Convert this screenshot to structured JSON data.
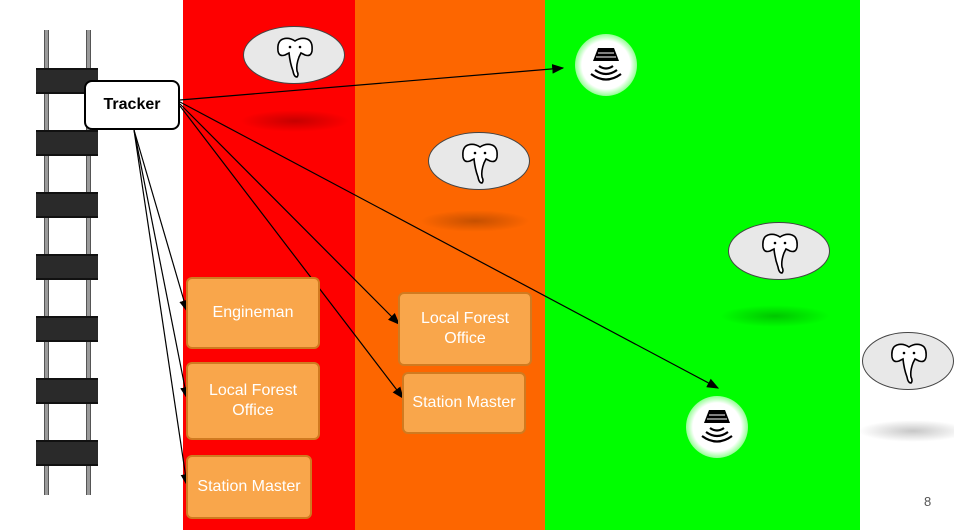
{
  "tracker": {
    "label": "Tracker"
  },
  "red_zone": {
    "recipients": [
      {
        "id": "engineman",
        "label": "Engineman"
      },
      {
        "id": "local-forest-office",
        "label": "Local Forest Office"
      },
      {
        "id": "station-master",
        "label": "Station Master"
      }
    ]
  },
  "orange_zone": {
    "recipients": [
      {
        "id": "local-forest-office",
        "label": "Local Forest Office"
      },
      {
        "id": "station-master",
        "label": "Station Master"
      }
    ]
  },
  "green_zone": {
    "devices": [
      "alarm-sensor",
      "alarm-sensor"
    ]
  },
  "elephant_icons": [
    "elephant-icon",
    "elephant-icon",
    "elephant-icon",
    "elephant-icon"
  ],
  "zone_colors": {
    "red": "#fe0000",
    "orange": "#fd6600",
    "green": "#00fe00"
  },
  "recipient_color": "#f9a64b",
  "page_number": "8"
}
